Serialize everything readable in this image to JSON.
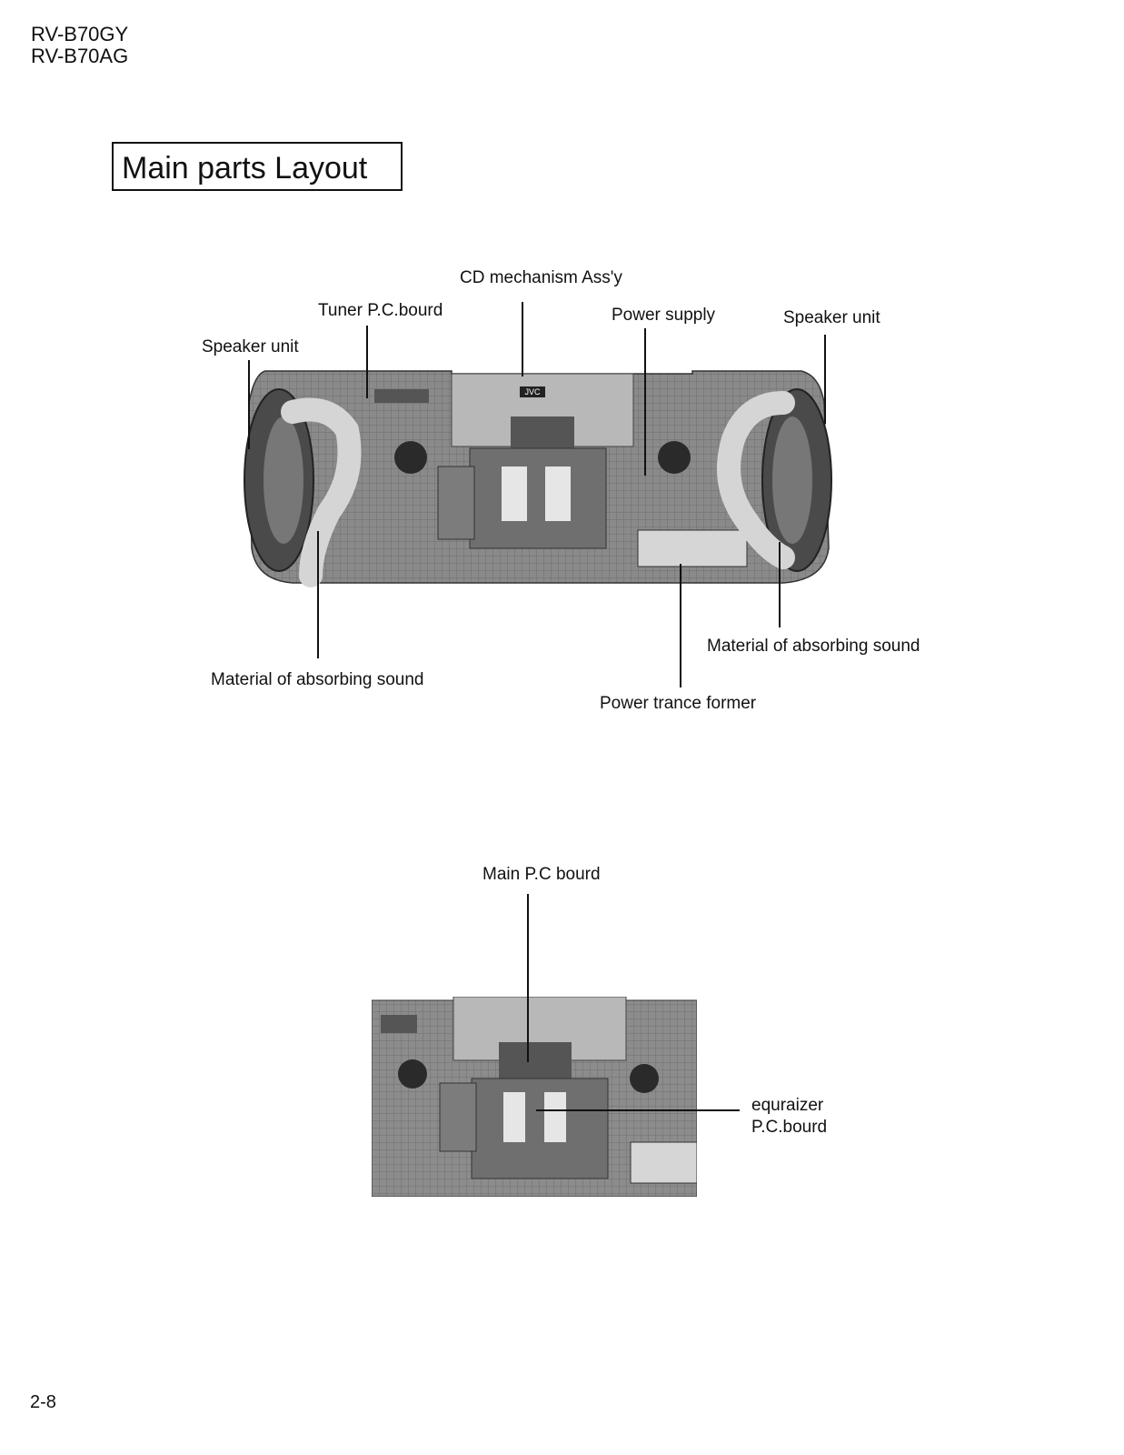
{
  "header": {
    "models": [
      "RV-B70GY",
      "RV-B70AG"
    ]
  },
  "section_title": "Main parts Layout",
  "figure1": {
    "callouts": {
      "cd_mechanism": "CD mechanism Ass'y",
      "tuner_pcb": "Tuner P.C.bourd",
      "power_supply": "Power supply",
      "speaker_left": "Speaker unit",
      "speaker_right": "Speaker unit",
      "absorb_left": "Material of absorbing sound",
      "absorb_right": "Material of absorbing sound",
      "power_transformer": "Power trance former"
    },
    "brand_mark": "JVC"
  },
  "figure2": {
    "callouts": {
      "main_pcb": "Main P.C bourd",
      "equalizer_line1": "equraizer",
      "equalizer_line2": "P.C.bourd"
    }
  },
  "footer": {
    "page_number": "2-8"
  }
}
